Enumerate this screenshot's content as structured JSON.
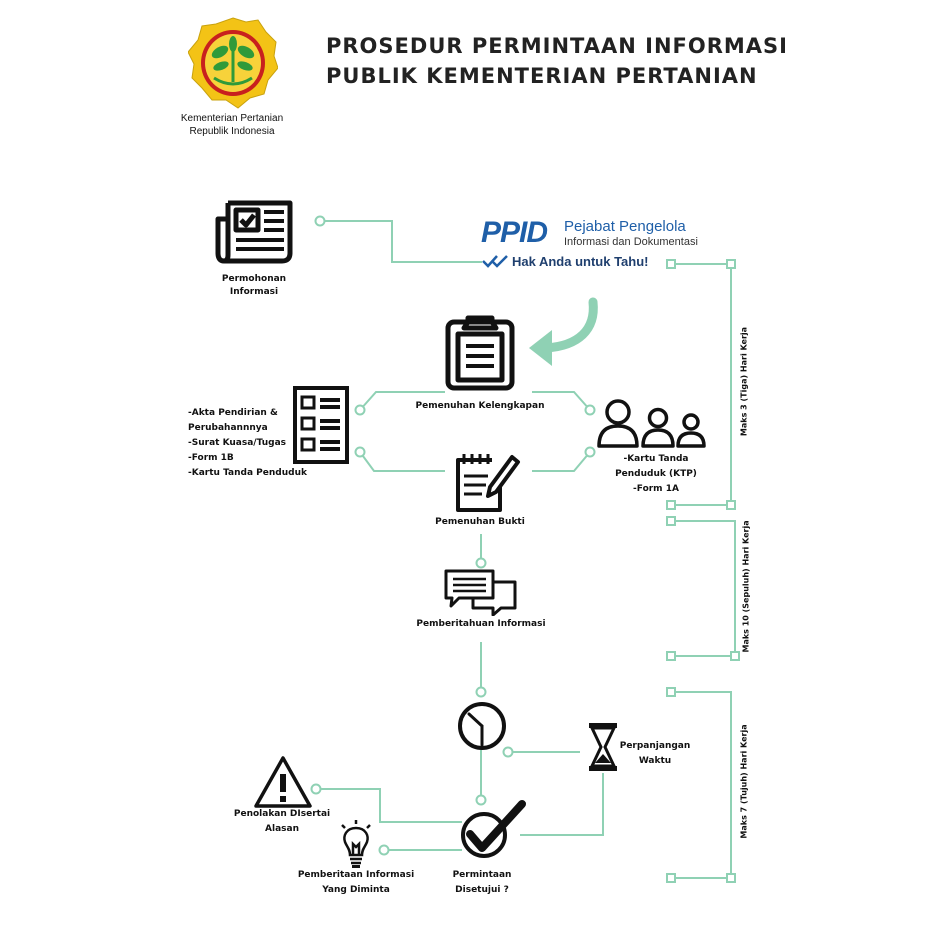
{
  "header": {
    "title_line1": "PROSEDUR PERMINTAAN INFORMASI",
    "title_line2": "PUBLIK KEMENTERIAN PERTANIAN",
    "org_line1": "Kementerian Pertanian",
    "org_line2": "Republik Indonesia"
  },
  "ppid": {
    "logo_text": "PPID",
    "name_line1": "Pejabat Pengelola",
    "name_line2": "Informasi dan Dokumentasi",
    "tagline": "Hak Anda untuk Tahu!"
  },
  "steps": {
    "permohonan_line1": "Permohonan",
    "permohonan_line2": "Informasi",
    "kelengkapan": "Pemenuhan Kelengkapan",
    "bukti": "Pemenuhan Bukti",
    "pemberitahuan": "Pemberitahuan Informasi",
    "perpanjangan_line1": "Perpanjangan",
    "perpanjangan_line2": "Waktu",
    "penolakan_line1": "Penolakan DIsertai",
    "penolakan_line2": "Alasan",
    "pemberitaan_line1": "Pemberitaan Informasi",
    "pemberitaan_line2": "Yang Diminta",
    "disetujui_line1": "Permintaan",
    "disetujui_line2": "Disetujui ?"
  },
  "requirements_left": [
    "-Akta Pendirian &",
    "Perubahannnya",
    "-Surat Kuasa/Tugas",
    "-Form 1B",
    "-Kartu Tanda Penduduk"
  ],
  "requirements_right": [
    "-Kartu Tanda",
    "Penduduk (KTP)",
    "-Form 1A"
  ],
  "timeline": {
    "phase1": "Maks 3 (Tiga) Hari Kerja",
    "phase2": "Maks 10 (Sepuluh) Hari Kerja",
    "phase3": "Maks 7 (Tujuh) Hari Kerja"
  },
  "colors": {
    "connector": "#8fd1b4",
    "ppid_blue": "#1f5fa8",
    "logo_yellow": "#f3c316",
    "logo_red": "#c8201e",
    "logo_green": "#2f9a3a"
  }
}
